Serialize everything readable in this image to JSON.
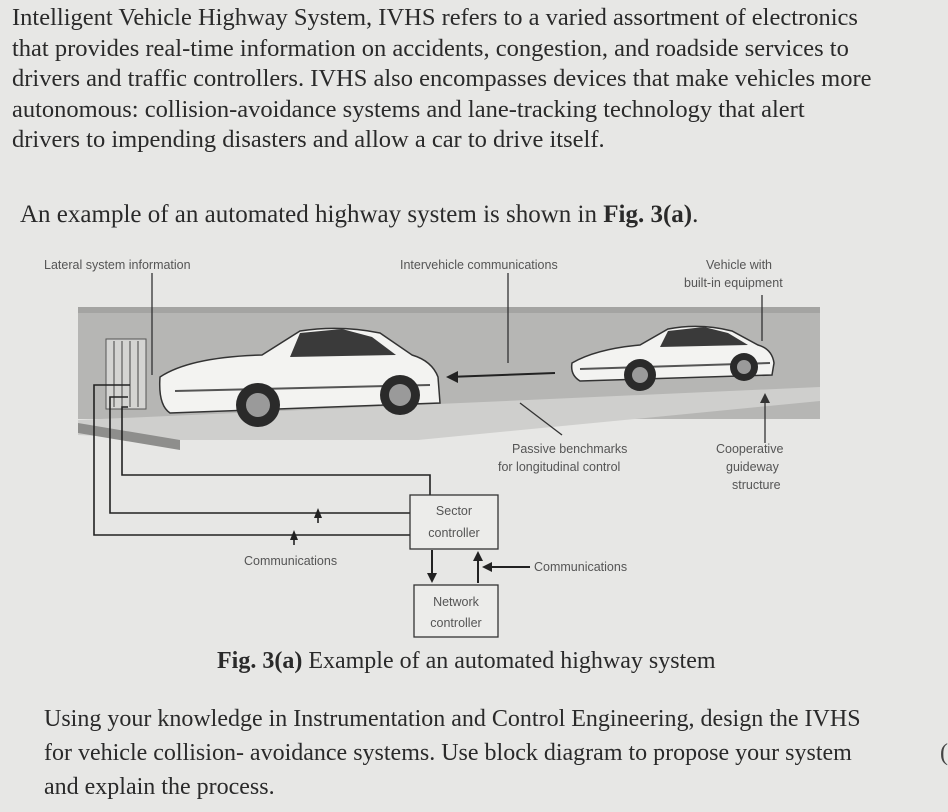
{
  "intro": {
    "lines": [
      "Intelligent Vehicle Highway System, IVHS refers to a varied assortment of electronics",
      "that provides real-time information on accidents, congestion, and roadside services to",
      "drivers and traffic controllers. IVHS also encompasses devices that make vehicles more",
      "autonomous: collision-avoidance systems and lane-tracking technology that alert",
      "drivers to impending disasters and allow a car to drive itself."
    ]
  },
  "example_text": {
    "before": "An example of an automated highway system is shown in ",
    "fig_ref": "Fig. 3(a)",
    "after": "."
  },
  "figure": {
    "labels": {
      "lateral": "Lateral system information",
      "intervehicle": "Intervehicle communications",
      "vehicle_with_1": "Vehicle with",
      "vehicle_with_2": "built-in equipment",
      "passive_1": "Passive benchmarks",
      "passive_2": "for longitudinal control",
      "coop_1": "Cooperative",
      "coop_2": "guideway",
      "coop_3": "structure",
      "sector_1": "Sector",
      "sector_2": "controller",
      "network_1": "Network",
      "network_2": "controller",
      "comm_left": "Communications",
      "comm_right": "Communications"
    }
  },
  "caption": {
    "bold": "Fig. 3(a)",
    "rest": " Example of an automated highway system"
  },
  "question": {
    "lines": [
      "Using your knowledge in Instrumentation and Control Engineering, design the IVHS",
      "for vehicle collision- avoidance systems. Use block diagram to propose your system",
      "and explain the process."
    ],
    "cut_char": "("
  }
}
